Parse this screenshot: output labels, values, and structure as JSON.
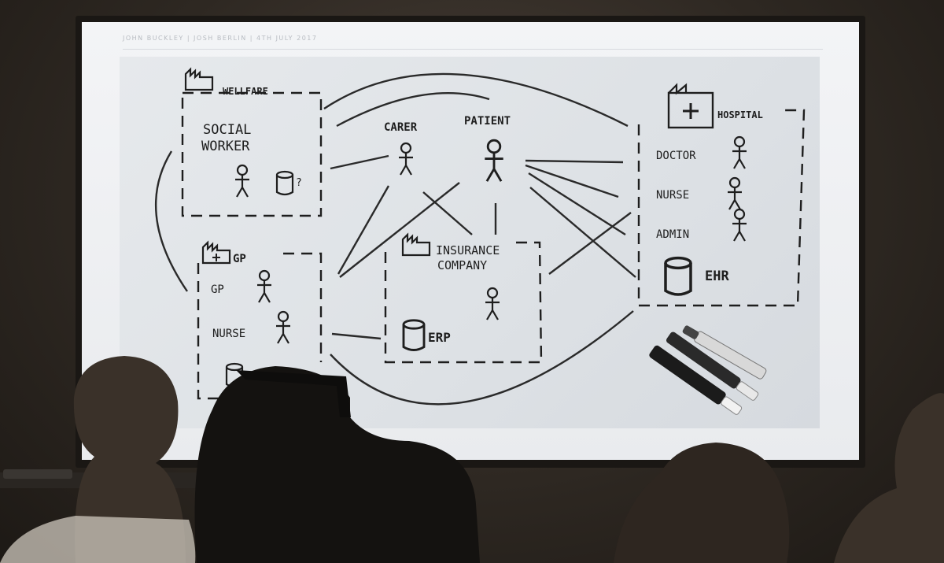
{
  "slide": {
    "header": "JOHN BUCKLEY | JOSH BERLIN | 4TH JULY 2017"
  },
  "diagram": {
    "welfare": {
      "label": "WELLFARE",
      "roles": "SOCIAL",
      "roles2": "WORKER",
      "db_mark": "?"
    },
    "carer": {
      "label": "CARER"
    },
    "patient": {
      "label": "PATIENT"
    },
    "hospital": {
      "label": "HOSPITAL",
      "doctor": "DOCTOR",
      "nurse": "NURSE",
      "admin": "ADMIN",
      "ehr": "EHR"
    },
    "gp": {
      "label": "GP",
      "gp_role": "GP",
      "nurse": "NURSE"
    },
    "insurance": {
      "label_line1": "INSURANCE",
      "label_line2": "COMPANY",
      "erp": "ERP"
    }
  }
}
